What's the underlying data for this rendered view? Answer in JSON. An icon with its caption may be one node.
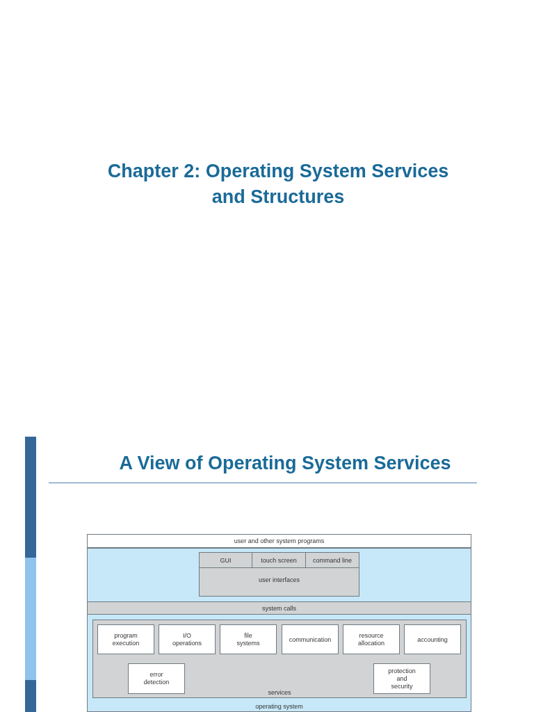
{
  "diagram": {
    "title": "A View of Operating System Services",
    "nodes": [
      {
        "text": [
          "user and other system programs"
        ]
      },
      {
        "text": [
          "operating system"
        ]
      },
      {
        "text": [
          "user interfaces"
        ],
        "in": 1
      },
      {
        "text": [
          "GUI"
        ],
        "in": 2
      },
      {
        "text": [
          "touch screen"
        ],
        "in": 2
      },
      {
        "text": [
          "command line"
        ],
        "in": 2
      },
      {
        "text": [
          "system calls"
        ],
        "in": 1
      },
      {
        "text": [
          "services"
        ],
        "in": 1
      },
      {
        "text": [
          "program execution"
        ],
        "in": 7
      },
      {
        "text": [
          "I/O operations"
        ],
        "in": 7
      },
      {
        "text": [
          "file systems"
        ],
        "in": 7
      },
      {
        "text": [
          "communication"
        ],
        "in": 7
      },
      {
        "text": [
          "resource allocation"
        ],
        "in": 7
      },
      {
        "text": [
          "accounting"
        ],
        "in": 7
      },
      {
        "text": [
          "error detection"
        ],
        "in": 7
      },
      {
        "text": [
          "protection and security"
        ],
        "in": 7
      }
    ],
    "labels": [
      "Chapter 2: Operating System Services and Structures"
    ]
  }
}
